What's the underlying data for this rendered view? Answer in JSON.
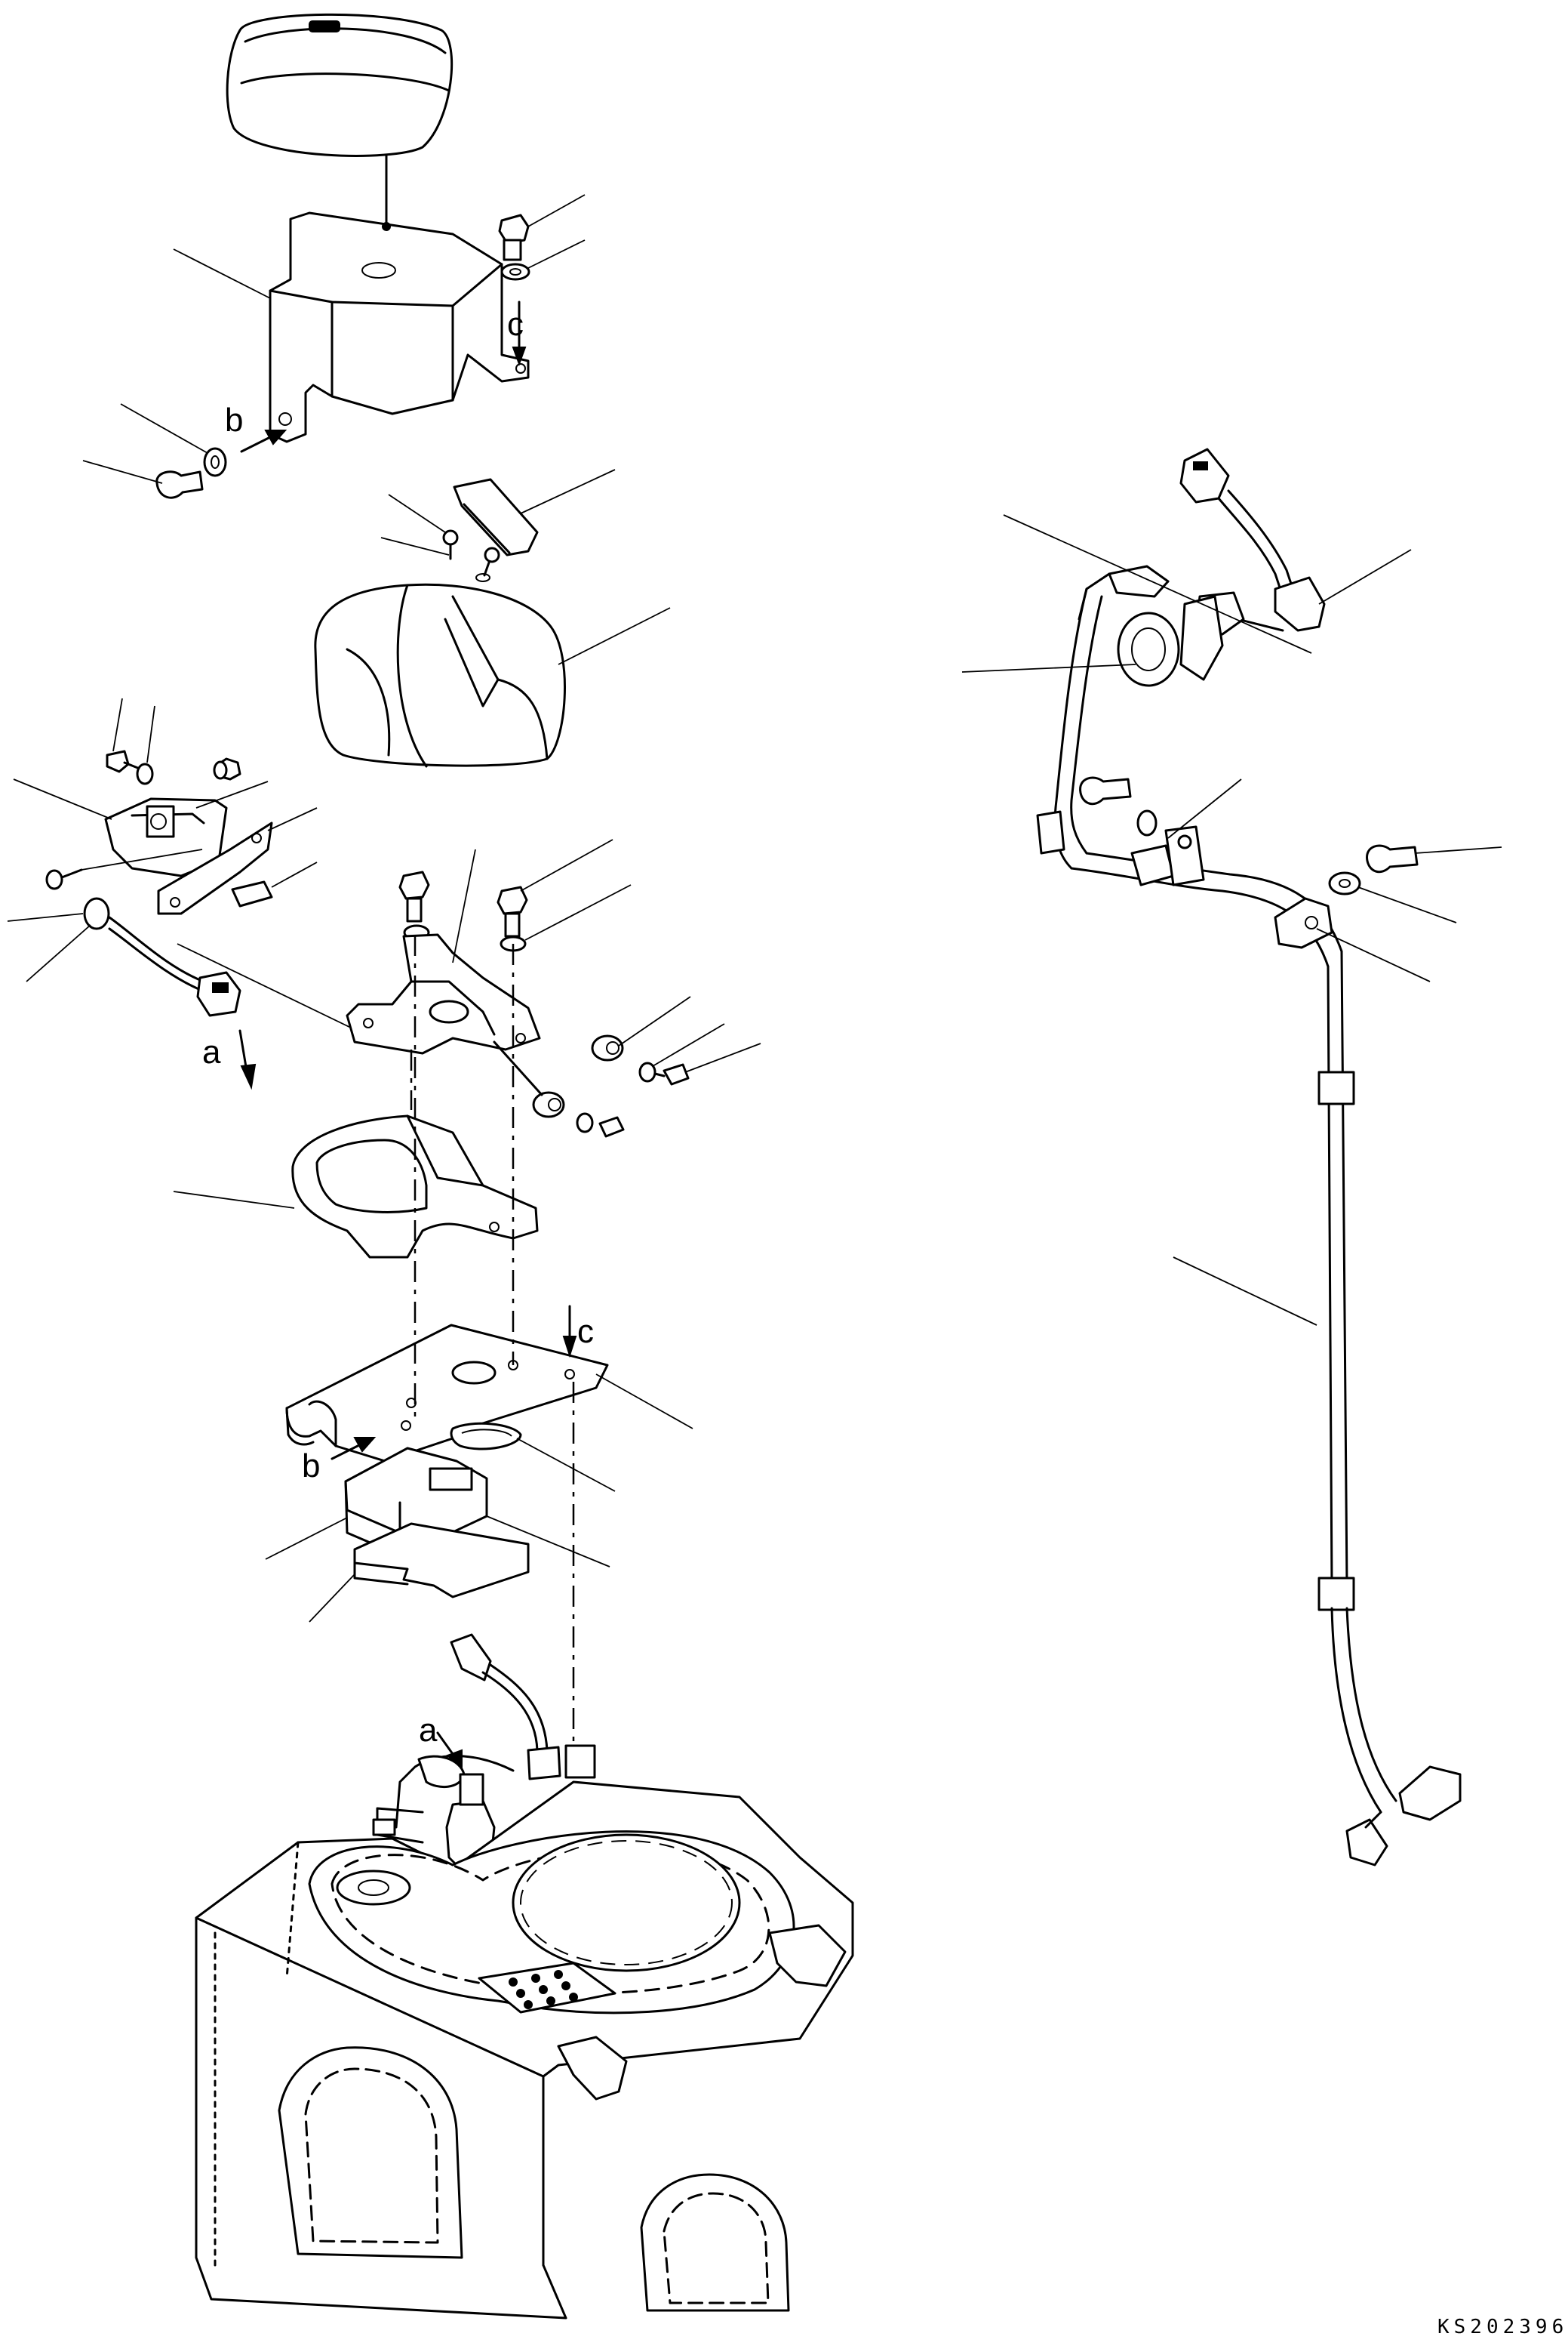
{
  "diagram": {
    "callout_labels": [
      "a",
      "a",
      "b",
      "b",
      "c",
      "c"
    ],
    "drawing_code": "KS202396"
  }
}
